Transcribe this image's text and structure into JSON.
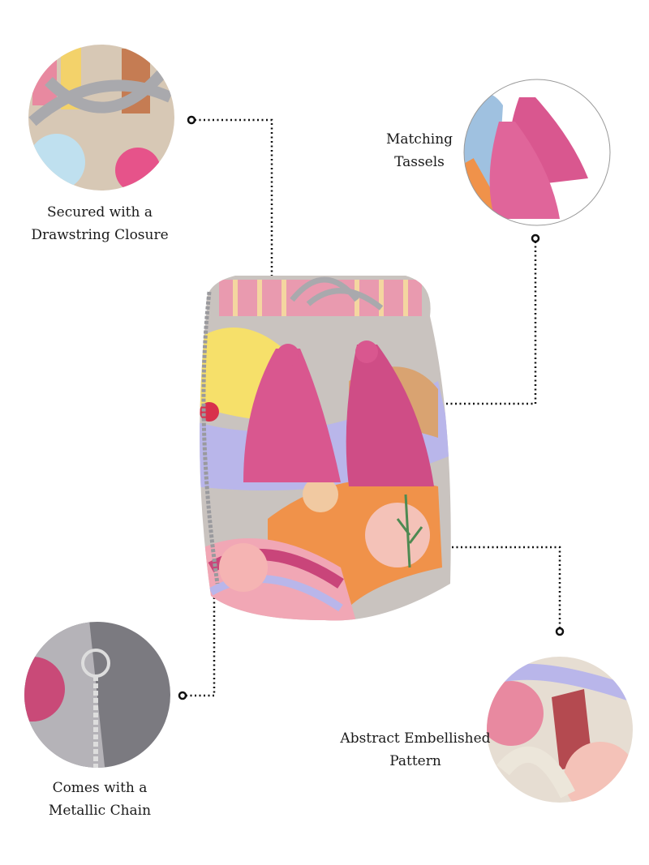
{
  "features": [
    {
      "id": "drawstring",
      "lines": [
        "Secured with a",
        "Drawstring Closure"
      ]
    },
    {
      "id": "tassels",
      "lines": [
        "Matching",
        "Tassels"
      ]
    },
    {
      "id": "chain",
      "lines": [
        "Comes with a",
        "Metallic Chain"
      ]
    },
    {
      "id": "pattern",
      "lines": [
        "Abstract Embellished",
        "Pattern"
      ]
    }
  ],
  "colors": {
    "tassel": "#d9578f",
    "lavender": "#b9b6ea",
    "orange": "#f0924a",
    "pink": "#f1a7b5",
    "silver": "#a9a9ad"
  }
}
